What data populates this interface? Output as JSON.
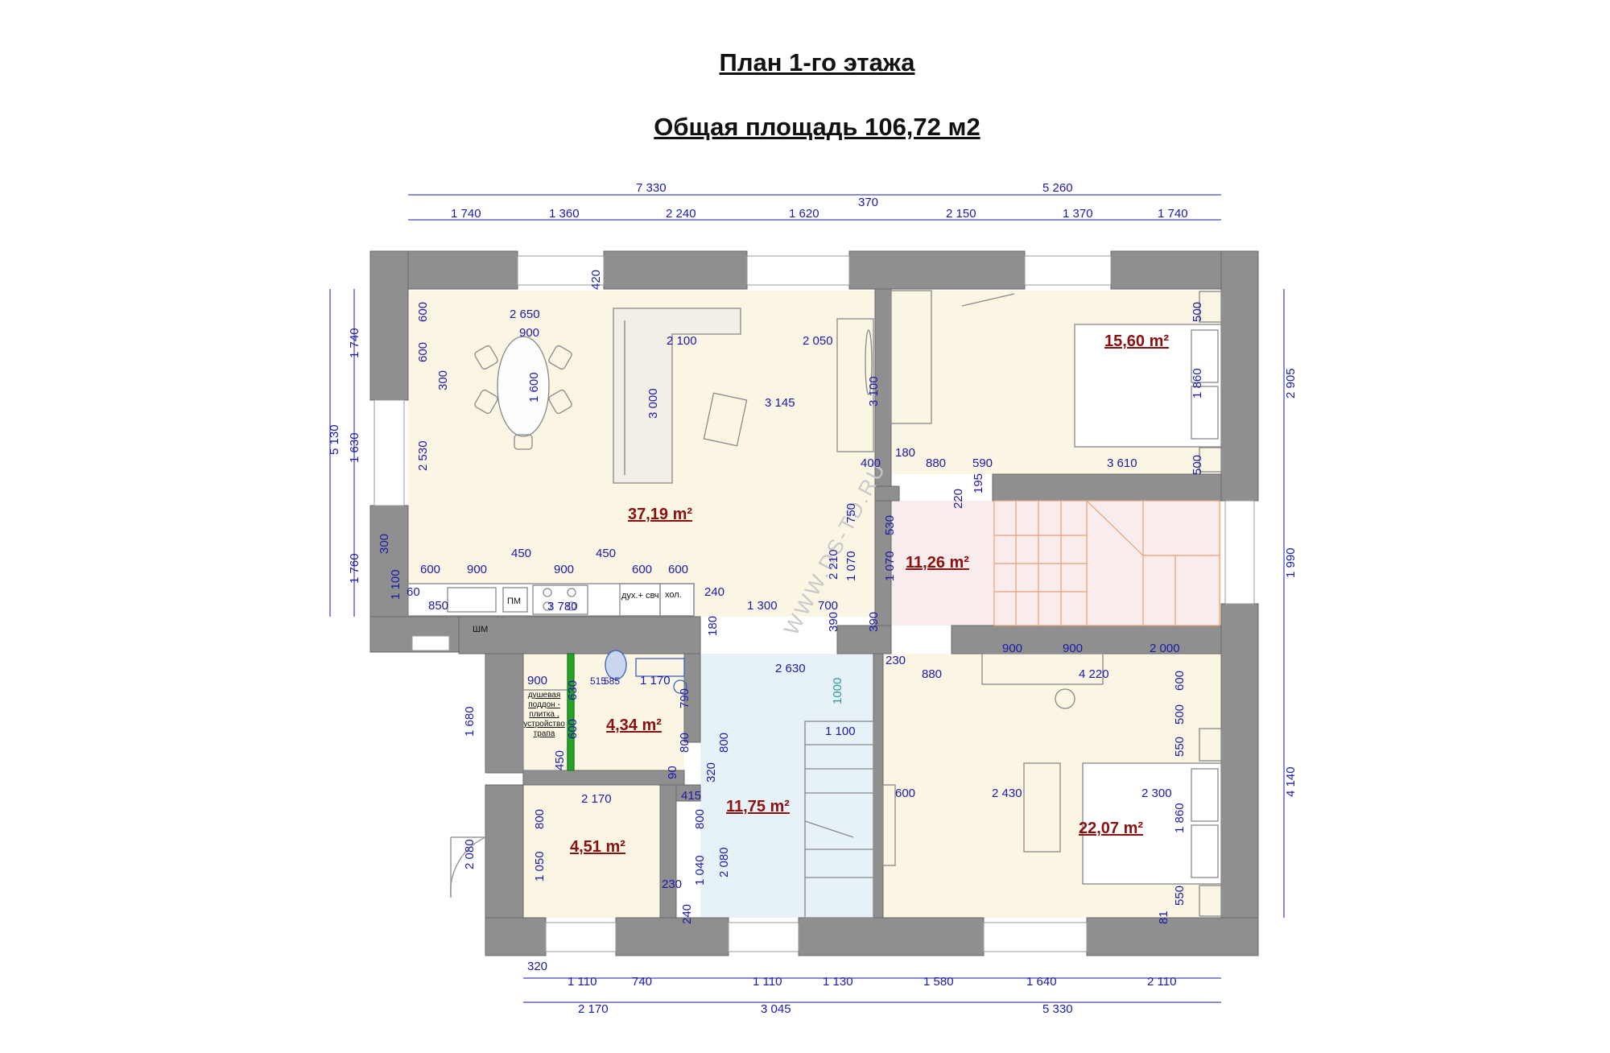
{
  "header": {
    "title": "План 1-го этажа",
    "subtitle": "Общая площадь   106,72 м2"
  },
  "watermark": "WWW.DS-TD.RU",
  "rooms": [
    {
      "id": "living",
      "area": "37,19 m²"
    },
    {
      "id": "bedroom1",
      "area": "15,60 m²"
    },
    {
      "id": "hall",
      "area": "11,26 m²"
    },
    {
      "id": "bath",
      "area": "4,34 m²"
    },
    {
      "id": "utility",
      "area": "4,51 m²"
    },
    {
      "id": "corridor",
      "area": "11,75 m²"
    },
    {
      "id": "bedroom2",
      "area": "22,07 m²"
    }
  ],
  "labels": {
    "oven": "дух.+ свч",
    "fridge": "хол.",
    "dishwasher": "ПМ",
    "cabinet": "ШМ",
    "shower_note": "душевая поддон - плитка , устройство трапа"
  },
  "dims_top": {
    "total_left": "7 330",
    "total_right": "5 260",
    "wall": "370",
    "segments": [
      "1 740",
      "1 360",
      "2 240",
      "1 620",
      "2 150",
      "1 370",
      "1 740"
    ]
  },
  "dims_bottom": {
    "total_a": "2 170",
    "total_b": "3 045",
    "total_c": "5 330",
    "segments": [
      "320",
      "1 110",
      "740",
      "1 110",
      "1 130",
      "1 580",
      "1 640",
      "2 110"
    ]
  },
  "dims_left": {
    "total": "5 130",
    "segments": [
      "1 740",
      "1 630",
      "1 760",
      "1 680",
      "2 080"
    ]
  },
  "dims_right": {
    "segments": [
      "2 905",
      "1 990",
      "4 140"
    ]
  },
  "dims_inner": [
    "420",
    "600",
    "2 650",
    "900",
    "600",
    "300",
    "1 600",
    "2 100",
    "2 050",
    "3 000",
    "3 145",
    "3 100",
    "2 530",
    "400",
    "500",
    "1 860",
    "500",
    "180",
    "880",
    "590",
    "3 610",
    "220",
    "195",
    "750",
    "530",
    "2 210",
    "1 070",
    "1 070",
    "300",
    "600",
    "900",
    "450",
    "900",
    "450",
    "600",
    "600",
    "1 100",
    "60",
    "850",
    "3 780",
    "240",
    "1 300",
    "700",
    "180",
    "390",
    "390",
    "230",
    "880",
    "900",
    "900",
    "2 000",
    "4 220",
    "600",
    "500",
    "550",
    "2 630",
    "1000",
    "900",
    "515",
    "585",
    "1 170",
    "630",
    "790",
    "600",
    "800",
    "800",
    "1 100",
    "450",
    "90",
    "320",
    "2 170",
    "415",
    "800",
    "800",
    "1 050",
    "230",
    "1 040",
    "2 080",
    "240",
    "600",
    "2 430",
    "2 300",
    "1 860",
    "550",
    "81"
  ]
}
